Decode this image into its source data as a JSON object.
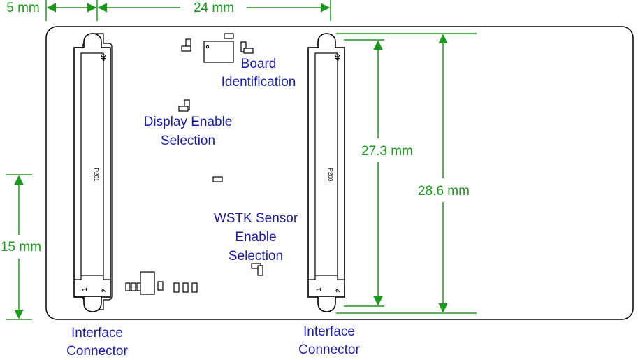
{
  "colors": {
    "dimension": "#1a9a1a",
    "label": "#1c1ca8",
    "outline": "#000000",
    "board_fill": "#ffffff"
  },
  "dimensions": {
    "top_left": "5 mm",
    "top_width": "24 mm",
    "left_height": "15 mm",
    "inner_height": "27.3 mm",
    "outer_height": "28.6 mm"
  },
  "labels": {
    "board_identification": [
      "Board",
      "Identification"
    ],
    "display_enable": [
      "Display Enable",
      "Selection"
    ],
    "wstk_sensor": [
      "WSTK Sensor",
      "Enable",
      "Selection"
    ],
    "interface_left": [
      "Interface",
      "Connector"
    ],
    "interface_right": [
      "Interface",
      "Connector"
    ]
  },
  "connectors": {
    "left": {
      "ref": "P201",
      "pin_top": "40",
      "pin_bottom_left": "1",
      "pin_bottom_right": "2"
    },
    "right": {
      "ref": "P200",
      "pin_top": "40",
      "pin_bottom_left": "1",
      "pin_bottom_right": "2"
    }
  }
}
